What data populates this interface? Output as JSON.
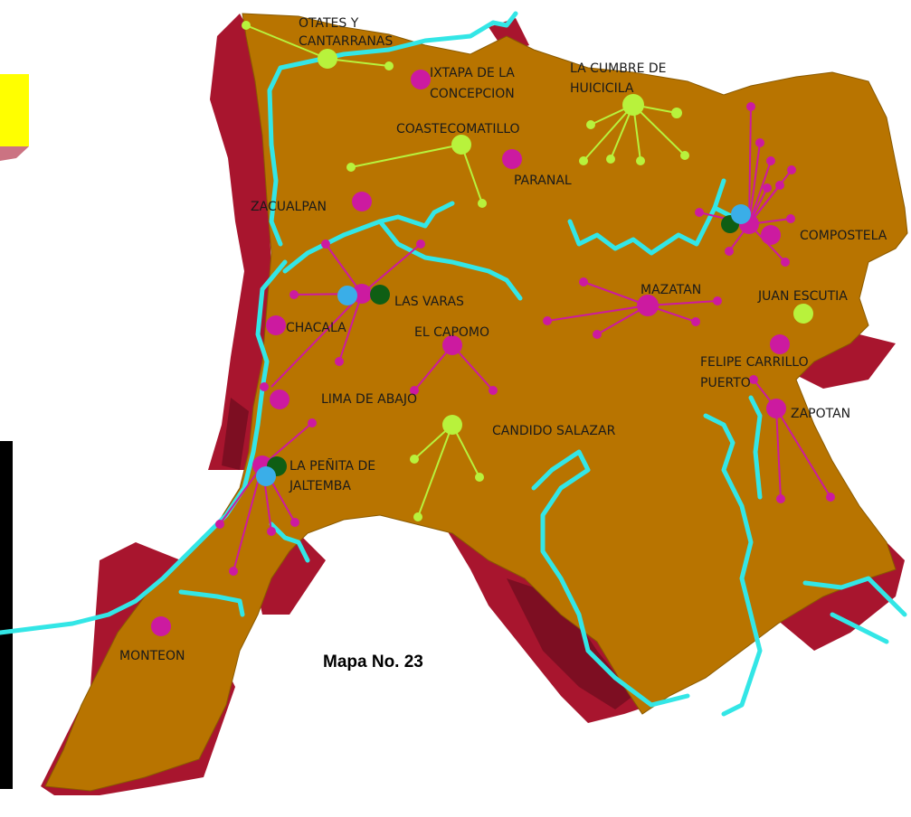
{
  "map_title": "Mapa No. 23",
  "colors": {
    "land": "#b87400",
    "relief": "#a8152e",
    "relief_dark": "#7d0e22",
    "river": "#33e6e6",
    "magenta": "#cc1aa0",
    "lime": "#b8f23c",
    "blue": "#3aaee8",
    "green": "#0f5e14",
    "yellow_box": "#ffff00"
  },
  "places": [
    {
      "name": "OTATES Y",
      "key": "otates1"
    },
    {
      "name": "CANTARRANAS",
      "key": "otates2"
    },
    {
      "name": "IXTAPA DE LA",
      "key": "ixtapa1"
    },
    {
      "name": "CONCEPCION",
      "key": "ixtapa2"
    },
    {
      "name": "LA CUMBRE DE",
      "key": "cumbre1"
    },
    {
      "name": "HUICICILA",
      "key": "cumbre2"
    },
    {
      "name": "COASTECOMATILLO",
      "key": "coaste"
    },
    {
      "name": "PARANAL",
      "key": "paranal"
    },
    {
      "name": "ZACUALPAN",
      "key": "zacualpan"
    },
    {
      "name": "COMPOSTELA",
      "key": "compostela"
    },
    {
      "name": "LAS VARAS",
      "key": "varas"
    },
    {
      "name": "MAZATAN",
      "key": "mazatan"
    },
    {
      "name": "JUAN ESCUTIA",
      "key": "escutia"
    },
    {
      "name": "CHACALA",
      "key": "chacala"
    },
    {
      "name": "EL CAPOMO",
      "key": "capomo"
    },
    {
      "name": "FELIPE CARRILLO",
      "key": "felipe1"
    },
    {
      "name": "PUERTO",
      "key": "felipe2"
    },
    {
      "name": "LIMA DE ABAJO",
      "key": "lima"
    },
    {
      "name": "ZAPOTAN",
      "key": "zapotan"
    },
    {
      "name": "CANDIDO SALAZAR",
      "key": "candido"
    },
    {
      "name": "LA PEÑITA DE",
      "key": "penita1"
    },
    {
      "name": "JALTEMBA",
      "key": "penita2"
    },
    {
      "name": "MONTEON",
      "key": "monteon"
    }
  ]
}
